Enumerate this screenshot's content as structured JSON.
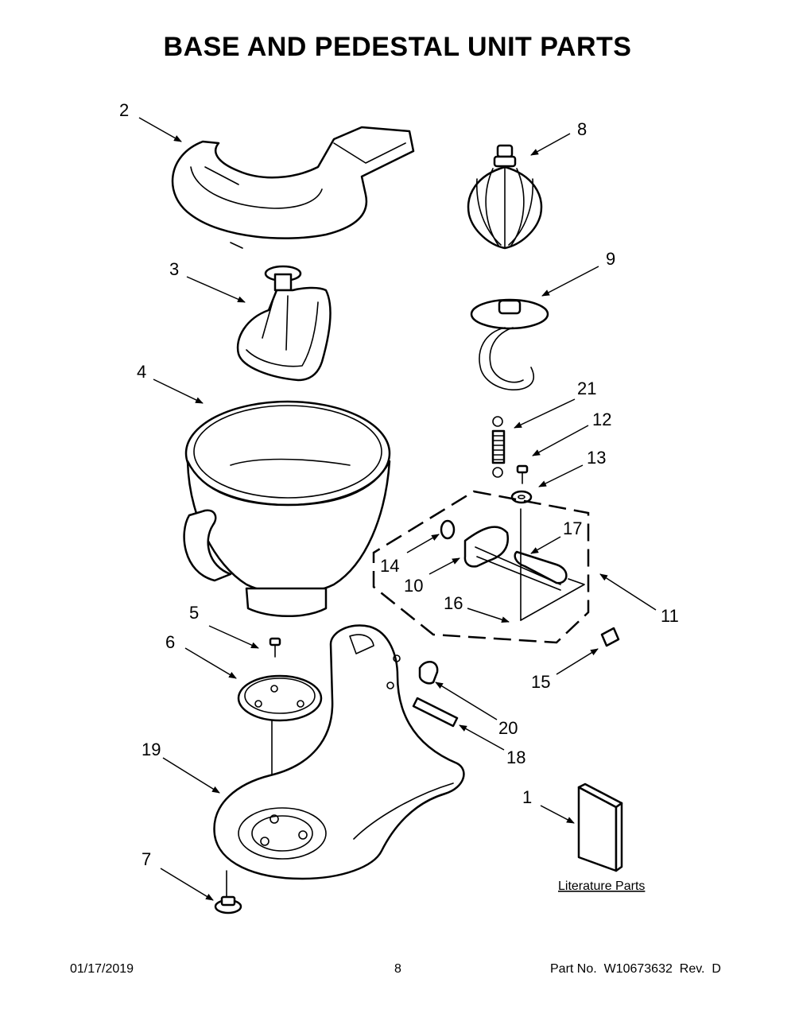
{
  "title": "BASE AND PEDESTAL UNIT PARTS",
  "callouts": {
    "c1": "1",
    "c2": "2",
    "c3": "3",
    "c4": "4",
    "c5": "5",
    "c6": "6",
    "c7": "7",
    "c8": "8",
    "c9": "9",
    "c10": "10",
    "c11": "11",
    "c12": "12",
    "c13": "13",
    "c14": "14",
    "c15": "15",
    "c16": "16",
    "c17": "17",
    "c18": "18",
    "c19": "19",
    "c20": "20",
    "c21": "21"
  },
  "literature_label": "Literature Parts",
  "footer": {
    "date": "01/17/2019",
    "page": "8",
    "part_number": "Part No.  W10673632  Rev.  D"
  }
}
